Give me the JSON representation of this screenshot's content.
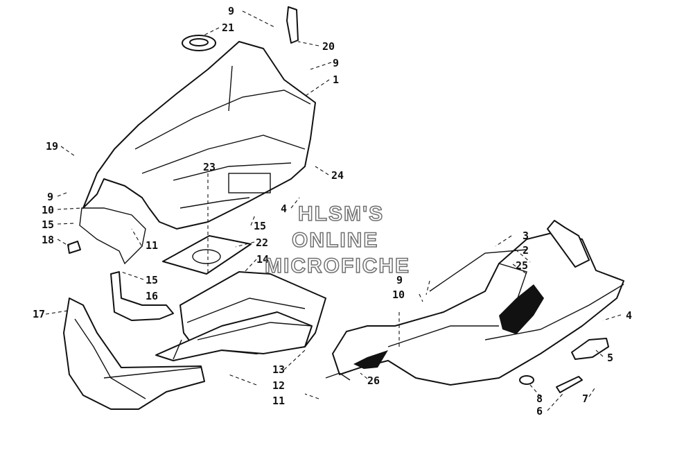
{
  "watermark": {
    "line1": "HLSM'S",
    "line2": "ONLINE",
    "line3": "MICROFICHE"
  },
  "callouts": {
    "c1": "1",
    "c2": "2",
    "c3": "3",
    "c4a": "4",
    "c4b": "4",
    "c5": "5",
    "c6": "6",
    "c7": "7",
    "c8": "8",
    "c9a": "9",
    "c9b": "9",
    "c9c": "9",
    "c9d": "9",
    "c10a": "10",
    "c10b": "10",
    "c11a": "11",
    "c11b": "11",
    "c12": "12",
    "c13": "13",
    "c14": "14",
    "c15a": "15",
    "c15b": "15",
    "c15c": "15",
    "c16": "16",
    "c17": "17",
    "c18": "18",
    "c19": "19",
    "c20": "20",
    "c21": "21",
    "c22": "22",
    "c23": "23",
    "c24": "24",
    "c25": "25",
    "c26": "26"
  }
}
